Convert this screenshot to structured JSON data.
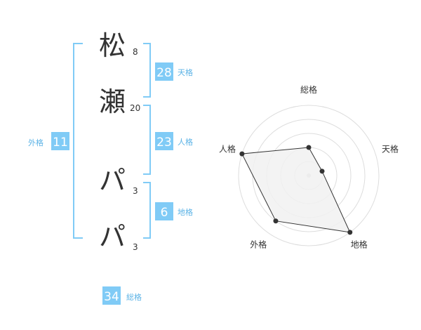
{
  "colors": {
    "accent": "#80cbf6",
    "label": "#5cb3e6",
    "text": "#333333",
    "radar_fill": "#f1f1f1",
    "radar_stroke": "#333333",
    "grid": "#dddddd"
  },
  "name": {
    "characters": [
      {
        "char": "松",
        "strokes": "8"
      },
      {
        "char": "瀬",
        "strokes": "20"
      },
      {
        "char": "パ",
        "strokes": "3"
      },
      {
        "char": "パ",
        "strokes": "3"
      }
    ]
  },
  "grids": {
    "tenkaku": {
      "value": "28",
      "label": "天格"
    },
    "jinkaku": {
      "value": "23",
      "label": "人格"
    },
    "chikaku": {
      "value": "6",
      "label": "地格"
    },
    "gaikaku": {
      "value": "11",
      "label": "外格"
    },
    "soukaku": {
      "value": "34",
      "label": "総格"
    }
  },
  "chart_data": {
    "type": "radar",
    "axes": [
      "総格",
      "天格",
      "地格",
      "外格",
      "人格"
    ],
    "values": [
      2,
      1,
      5,
      4,
      5
    ],
    "max": 5,
    "rings": 5
  }
}
